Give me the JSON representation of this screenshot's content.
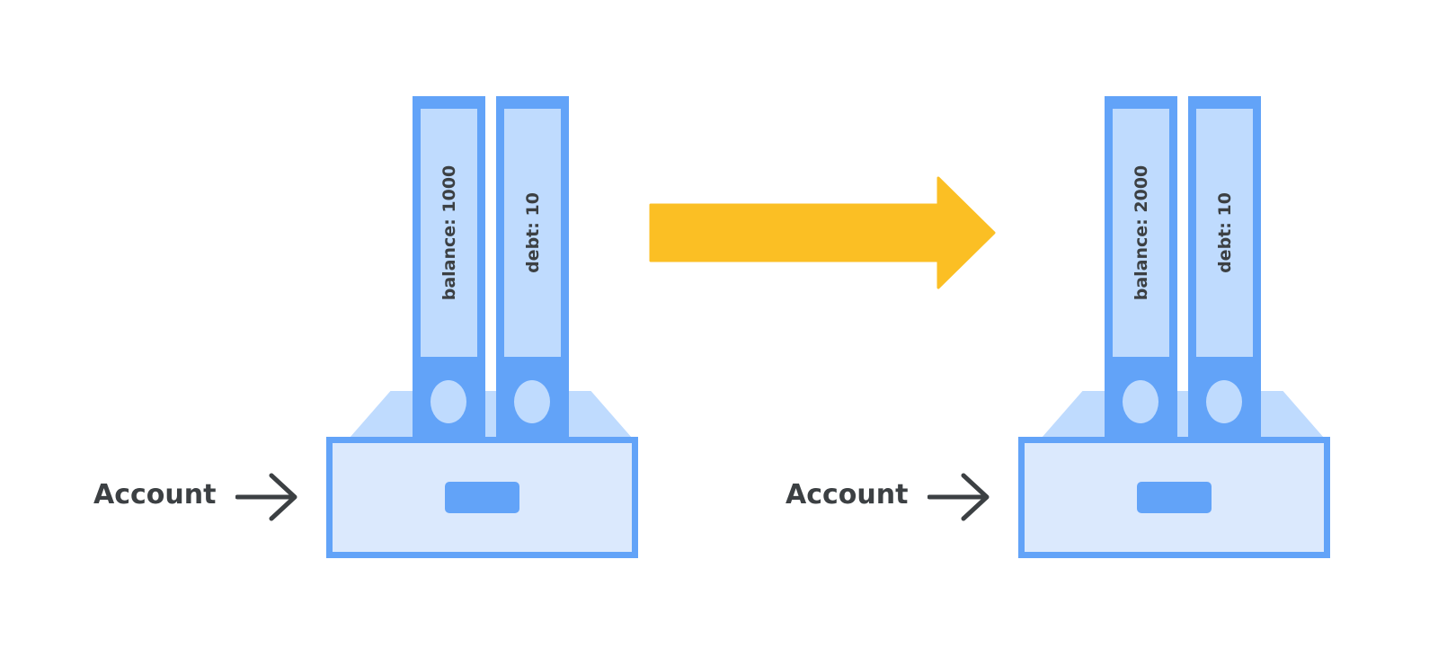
{
  "states": [
    {
      "account_label": "Account",
      "binders": [
        {
          "label": "balance: 1000"
        },
        {
          "label": "debt: 10"
        }
      ]
    },
    {
      "account_label": "Account",
      "binders": [
        {
          "label": "balance: 2000"
        },
        {
          "label": "debt: 10"
        }
      ]
    }
  ],
  "colors": {
    "binder_blue": "#62a3f8",
    "binder_light": "#bfdbfe",
    "drawer_light": "#dbe9fd",
    "arrow_yellow": "#fbbf24",
    "text_dark": "#3c4043"
  }
}
